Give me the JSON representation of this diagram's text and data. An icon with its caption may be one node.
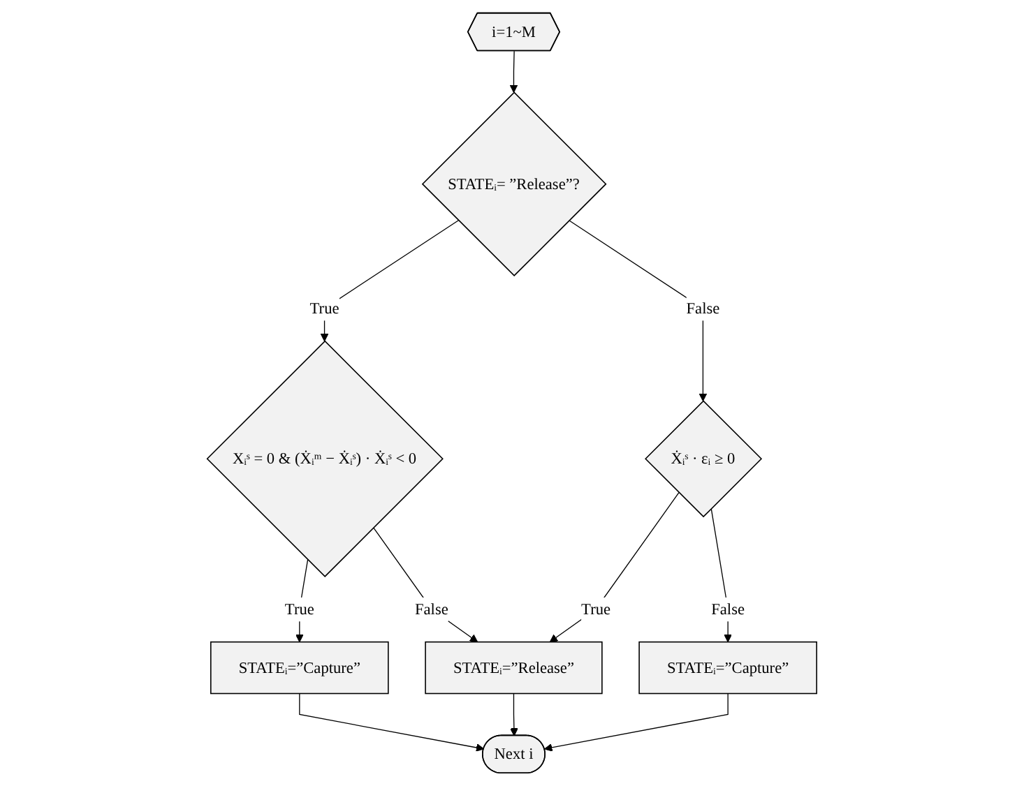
{
  "diagram": {
    "nodes": [
      {
        "text": [
          "i=1~M"
        ]
      },
      {
        "text": [
          "STATEᵢ= ”Release”?"
        ]
      },
      {
        "text": [
          "Xᵢˢ = 0 & (Ẋᵢᵐ − Ẋᵢˢ) · Ẋᵢˢ < 0"
        ]
      },
      {
        "text": [
          "Ẋᵢˢ · εᵢ ≥ 0"
        ]
      },
      {
        "text": [
          "STATEᵢ=”Capture”"
        ]
      },
      {
        "text": [
          "STATEᵢ=”Release”"
        ]
      },
      {
        "text": [
          "STATEᵢ=”Capture”"
        ]
      },
      {
        "text": [
          "Next i"
        ]
      }
    ],
    "edges": [
      {
        "from": 0,
        "to": 1,
        "arrow": "to"
      },
      {
        "from": 1,
        "to": 2,
        "arrow": "to",
        "label": "True"
      },
      {
        "from": 1,
        "to": 3,
        "arrow": "to",
        "label": "False"
      },
      {
        "from": 2,
        "to": 4,
        "arrow": "to",
        "label": "True"
      },
      {
        "from": 2,
        "to": 5,
        "arrow": "to",
        "label": "False"
      },
      {
        "from": 3,
        "to": 5,
        "arrow": "to",
        "label": "True"
      },
      {
        "from": 3,
        "to": 6,
        "arrow": "to",
        "label": "False"
      },
      {
        "from": 4,
        "to": 7,
        "arrow": "to"
      },
      {
        "from": 5,
        "to": 7,
        "arrow": "to"
      },
      {
        "from": 6,
        "to": 7,
        "arrow": "to"
      }
    ]
  }
}
